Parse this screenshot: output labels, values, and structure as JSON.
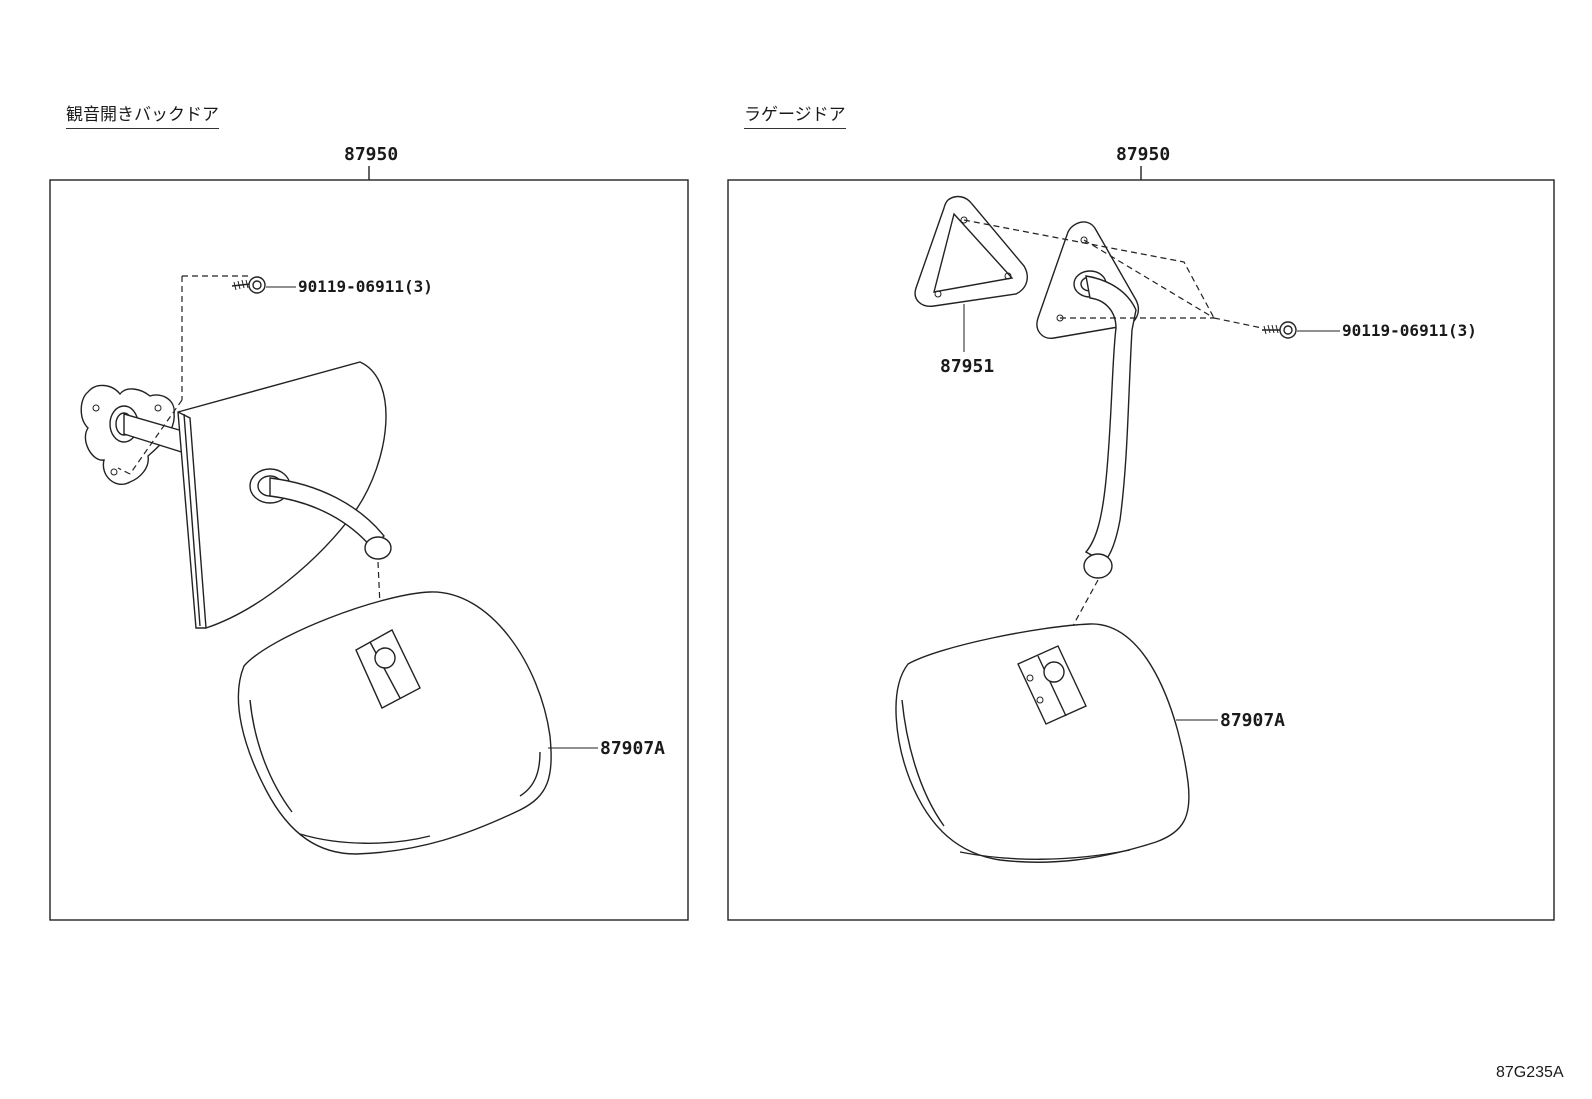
{
  "panels": [
    {
      "heading": "観音開きバックドア",
      "assembly_number": "87950",
      "bolt_callout": "90119-06911(3)",
      "mirror_callout": "87907A"
    },
    {
      "heading": "ラゲージドア",
      "assembly_number": "87950",
      "gasket_callout": "87951",
      "bolt_callout": "90119-06911(3)",
      "mirror_callout": "87907A"
    }
  ],
  "diagram_code": "87G235A"
}
